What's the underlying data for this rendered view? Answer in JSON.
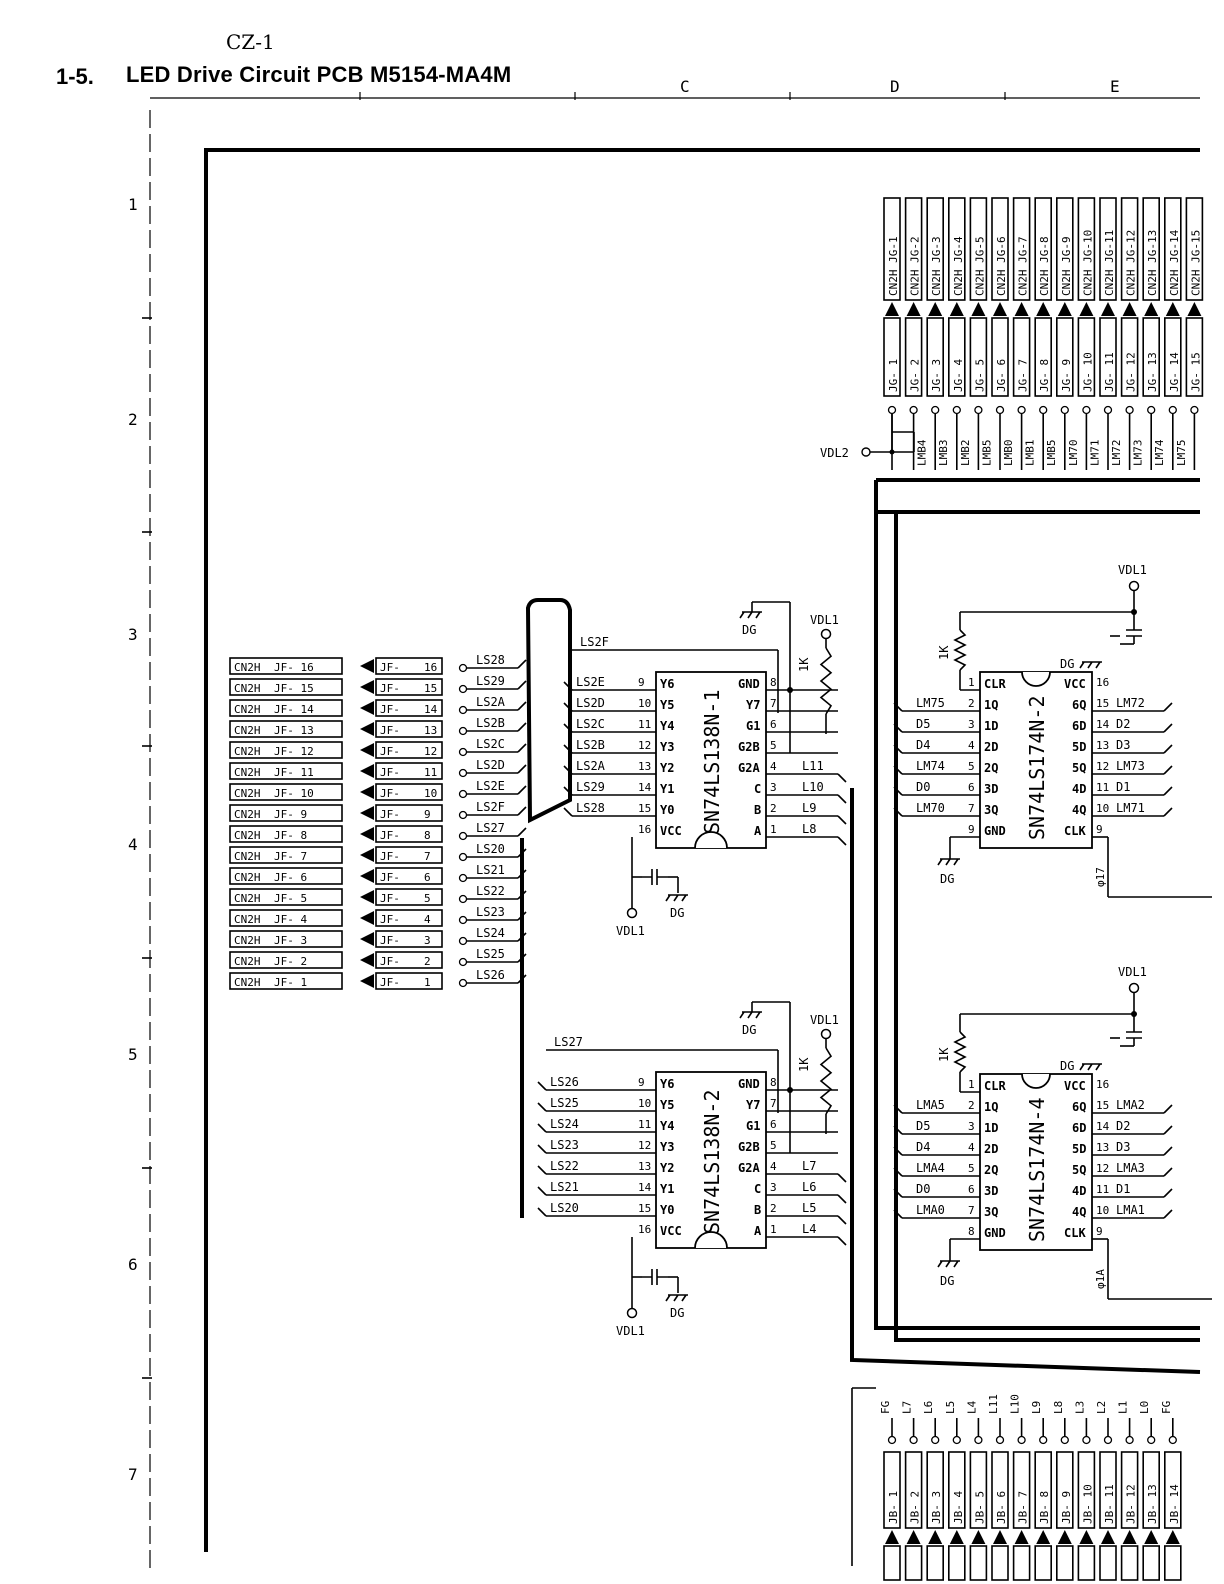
{
  "header": {
    "model": "CZ-1",
    "section_number": "1-5.",
    "title": "LED Drive Circuit PCB M5154-MA4M"
  },
  "zones": {
    "columns": [
      "C",
      "D",
      "E"
    ],
    "rows": [
      "1",
      "2",
      "3",
      "4",
      "5",
      "6",
      "7"
    ]
  },
  "left_connector": {
    "rows": [
      {
        "cn": "CN2H",
        "jf": "JF- 16",
        "pin": "16",
        "net": "LS28"
      },
      {
        "cn": "CN2H",
        "jf": "JF- 15",
        "pin": "15",
        "net": "LS29"
      },
      {
        "cn": "CN2H",
        "jf": "JF- 14",
        "pin": "14",
        "net": "LS2A"
      },
      {
        "cn": "CN2H",
        "jf": "JF- 13",
        "pin": "13",
        "net": "LS2B"
      },
      {
        "cn": "CN2H",
        "jf": "JF- 12",
        "pin": "12",
        "net": "LS2C"
      },
      {
        "cn": "CN2H",
        "jf": "JF- 11",
        "pin": "11",
        "net": "LS2D"
      },
      {
        "cn": "CN2H",
        "jf": "JF- 10",
        "pin": "10",
        "net": "LS2E"
      },
      {
        "cn": "CN2H",
        "jf": "JF- 9",
        "pin": "9",
        "net": "LS2F"
      },
      {
        "cn": "CN2H",
        "jf": "JF- 8",
        "pin": "8",
        "net": "LS27"
      },
      {
        "cn": "CN2H",
        "jf": "JF- 7",
        "pin": "7",
        "net": "LS20"
      },
      {
        "cn": "CN2H",
        "jf": "JF- 6",
        "pin": "6",
        "net": "LS21"
      },
      {
        "cn": "CN2H",
        "jf": "JF- 5",
        "pin": "5",
        "net": "LS22"
      },
      {
        "cn": "CN2H",
        "jf": "JF- 4",
        "pin": "4",
        "net": "LS23"
      },
      {
        "cn": "CN2H",
        "jf": "JF- 3",
        "pin": "3",
        "net": "LS24"
      },
      {
        "cn": "CN2H",
        "jf": "JF- 2",
        "pin": "2",
        "net": "LS25"
      },
      {
        "cn": "CN2H",
        "jf": "JF- 1",
        "pin": "1",
        "net": "LS26"
      }
    ]
  },
  "top_connector": {
    "columns": [
      {
        "cn": "CN2H",
        "jg": "JG- 1",
        "pin": "1",
        "net": ""
      },
      {
        "cn": "CN2H",
        "jg": "JG- 2",
        "pin": "2",
        "net": "LMB4"
      },
      {
        "cn": "CN2H",
        "jg": "JG- 3",
        "pin": "3",
        "net": "LMB3"
      },
      {
        "cn": "CN2H",
        "jg": "JG- 4",
        "pin": "4",
        "net": "LMB2"
      },
      {
        "cn": "CN2H",
        "jg": "JG- 5",
        "pin": "5",
        "net": "LMB5"
      },
      {
        "cn": "CN2H",
        "jg": "JG- 6",
        "pin": "6",
        "net": "LMB0"
      },
      {
        "cn": "CN2H",
        "jg": "JG- 7",
        "pin": "7",
        "net": "LMB1"
      },
      {
        "cn": "CN2H",
        "jg": "JG- 8",
        "pin": "8",
        "net": "LMB5"
      },
      {
        "cn": "CN2H",
        "jg": "JG- 9",
        "pin": "9",
        "net": "LM70"
      },
      {
        "cn": "CN2H",
        "jg": "JG- 10",
        "pin": "10",
        "net": "LM71"
      },
      {
        "cn": "CN2H",
        "jg": "JG- 11",
        "pin": "11",
        "net": "LM72"
      },
      {
        "cn": "CN2H",
        "jg": "JG- 12",
        "pin": "12",
        "net": "LM73"
      },
      {
        "cn": "CN2H",
        "jg": "JG- 13",
        "pin": "13",
        "net": "LM74"
      },
      {
        "cn": "CN2H",
        "jg": "JG- 14",
        "pin": "14",
        "net": "LM75"
      },
      {
        "cn": "CN2H",
        "jg": "JG- 15",
        "pin": "15",
        "net": ""
      }
    ],
    "vdl_label": "VDL2"
  },
  "bottom_connector": {
    "nets": [
      "FG",
      "L7",
      "L6",
      "L5",
      "L4",
      "L11",
      "L10",
      "L9",
      "L8",
      "L3",
      "L2",
      "L1",
      "L0",
      "FG"
    ],
    "jb": [
      "JB- 1",
      "JB- 2",
      "JB- 3",
      "JB- 4",
      "JB- 5",
      "JB- 6",
      "JB- 7",
      "JB- 8",
      "JB- 9",
      "JB- 10",
      "JB- 11",
      "JB- 12",
      "JB- 13",
      "JB- 14"
    ]
  },
  "ic1": {
    "name": "SN74LS138N-1",
    "left_pins": [
      {
        "net": "LS2E",
        "num": "9",
        "name": "Y6"
      },
      {
        "net": "LS2D",
        "num": "10",
        "name": "Y5"
      },
      {
        "net": "LS2C",
        "num": "11",
        "name": "Y4"
      },
      {
        "net": "LS2B",
        "num": "12",
        "name": "Y3"
      },
      {
        "net": "LS2A",
        "num": "13",
        "name": "Y2"
      },
      {
        "net": "LS29",
        "num": "14",
        "name": "Y1"
      },
      {
        "net": "LS28",
        "num": "15",
        "name": "Y0"
      },
      {
        "net": "",
        "num": "16",
        "name": "VCC"
      }
    ],
    "right_pins": [
      {
        "name": "GND",
        "num": "8",
        "net": ""
      },
      {
        "name": "Y7",
        "num": "7",
        "net": ""
      },
      {
        "name": "G1",
        "num": "6",
        "net": ""
      },
      {
        "name": "G2B",
        "num": "5",
        "net": ""
      },
      {
        "name": "G2A",
        "num": "4",
        "net": "L11"
      },
      {
        "name": "C",
        "num": "3",
        "net": "L10"
      },
      {
        "name": "B",
        "num": "2",
        "net": "L9"
      },
      {
        "name": "A",
        "num": "1",
        "net": "L8"
      }
    ],
    "extra_net": "LS2F"
  },
  "ic2": {
    "name": "SN74LS138N-2",
    "left_pins": [
      {
        "net": "LS26",
        "num": "9",
        "name": "Y6"
      },
      {
        "net": "LS25",
        "num": "10",
        "name": "Y5"
      },
      {
        "net": "LS24",
        "num": "11",
        "name": "Y4"
      },
      {
        "net": "LS23",
        "num": "12",
        "name": "Y3"
      },
      {
        "net": "LS22",
        "num": "13",
        "name": "Y2"
      },
      {
        "net": "LS21",
        "num": "14",
        "name": "Y1"
      },
      {
        "net": "LS20",
        "num": "15",
        "name": "Y0"
      },
      {
        "net": "",
        "num": "16",
        "name": "VCC"
      }
    ],
    "right_pins": [
      {
        "name": "GND",
        "num": "8",
        "net": ""
      },
      {
        "name": "Y7",
        "num": "7",
        "net": ""
      },
      {
        "name": "G1",
        "num": "6",
        "net": ""
      },
      {
        "name": "G2B",
        "num": "5",
        "net": ""
      },
      {
        "name": "G2A",
        "num": "4",
        "net": "L7"
      },
      {
        "name": "C",
        "num": "3",
        "net": "L6"
      },
      {
        "name": "B",
        "num": "2",
        "net": "L5"
      },
      {
        "name": "A",
        "num": "1",
        "net": "L4"
      }
    ],
    "extra_net": "LS27"
  },
  "ic3": {
    "name": "SN74LS174N-2",
    "left_pins": [
      {
        "net": "",
        "num": "1",
        "name": "CLR"
      },
      {
        "net": "LM75",
        "num": "2",
        "name": "1Q"
      },
      {
        "net": "D5",
        "num": "3",
        "name": "1D"
      },
      {
        "net": "D4",
        "num": "4",
        "name": "2D"
      },
      {
        "net": "LM74",
        "num": "5",
        "name": "2Q"
      },
      {
        "net": "D0",
        "num": "6",
        "name": "3D"
      },
      {
        "net": "LM70",
        "num": "7",
        "name": "3Q"
      },
      {
        "net": "",
        "num": "9",
        "name": "GND"
      }
    ],
    "right_pins": [
      {
        "name": "VCC",
        "num": "16",
        "net": ""
      },
      {
        "name": "6Q",
        "num": "15",
        "net": "LM72"
      },
      {
        "name": "6D",
        "num": "14",
        "net": "D2"
      },
      {
        "name": "5D",
        "num": "13",
        "net": "D3"
      },
      {
        "name": "5Q",
        "num": "12",
        "net": "LM73"
      },
      {
        "name": "4D",
        "num": "11",
        "net": "D1"
      },
      {
        "name": "4Q",
        "num": "10",
        "net": "LM71"
      },
      {
        "name": "CLK",
        "num": "9",
        "net": ""
      }
    ],
    "clk_net": "φ17"
  },
  "ic4": {
    "name": "SN74LS174N-4",
    "left_pins": [
      {
        "net": "",
        "num": "1",
        "name": "CLR"
      },
      {
        "net": "LMA5",
        "num": "2",
        "name": "1Q"
      },
      {
        "net": "D5",
        "num": "3",
        "name": "1D"
      },
      {
        "net": "D4",
        "num": "4",
        "name": "2D"
      },
      {
        "net": "LMA4",
        "num": "5",
        "name": "2Q"
      },
      {
        "net": "D0",
        "num": "6",
        "name": "3D"
      },
      {
        "net": "LMA0",
        "num": "7",
        "name": "3Q"
      },
      {
        "net": "",
        "num": "8",
        "name": "GND"
      }
    ],
    "right_pins": [
      {
        "name": "VCC",
        "num": "16",
        "net": ""
      },
      {
        "name": "6Q",
        "num": "15",
        "net": "LMA2"
      },
      {
        "name": "6D",
        "num": "14",
        "net": "D2"
      },
      {
        "name": "5D",
        "num": "13",
        "net": "D3"
      },
      {
        "name": "5Q",
        "num": "12",
        "net": "LMA3"
      },
      {
        "name": "4D",
        "num": "11",
        "net": "D1"
      },
      {
        "name": "4Q",
        "num": "10",
        "net": "LMA1"
      },
      {
        "name": "CLK",
        "num": "9",
        "net": ""
      }
    ],
    "clk_net": "φ1A"
  },
  "power": {
    "vdl1": "VDL1",
    "dg": "DG",
    "resistor": "1K"
  }
}
